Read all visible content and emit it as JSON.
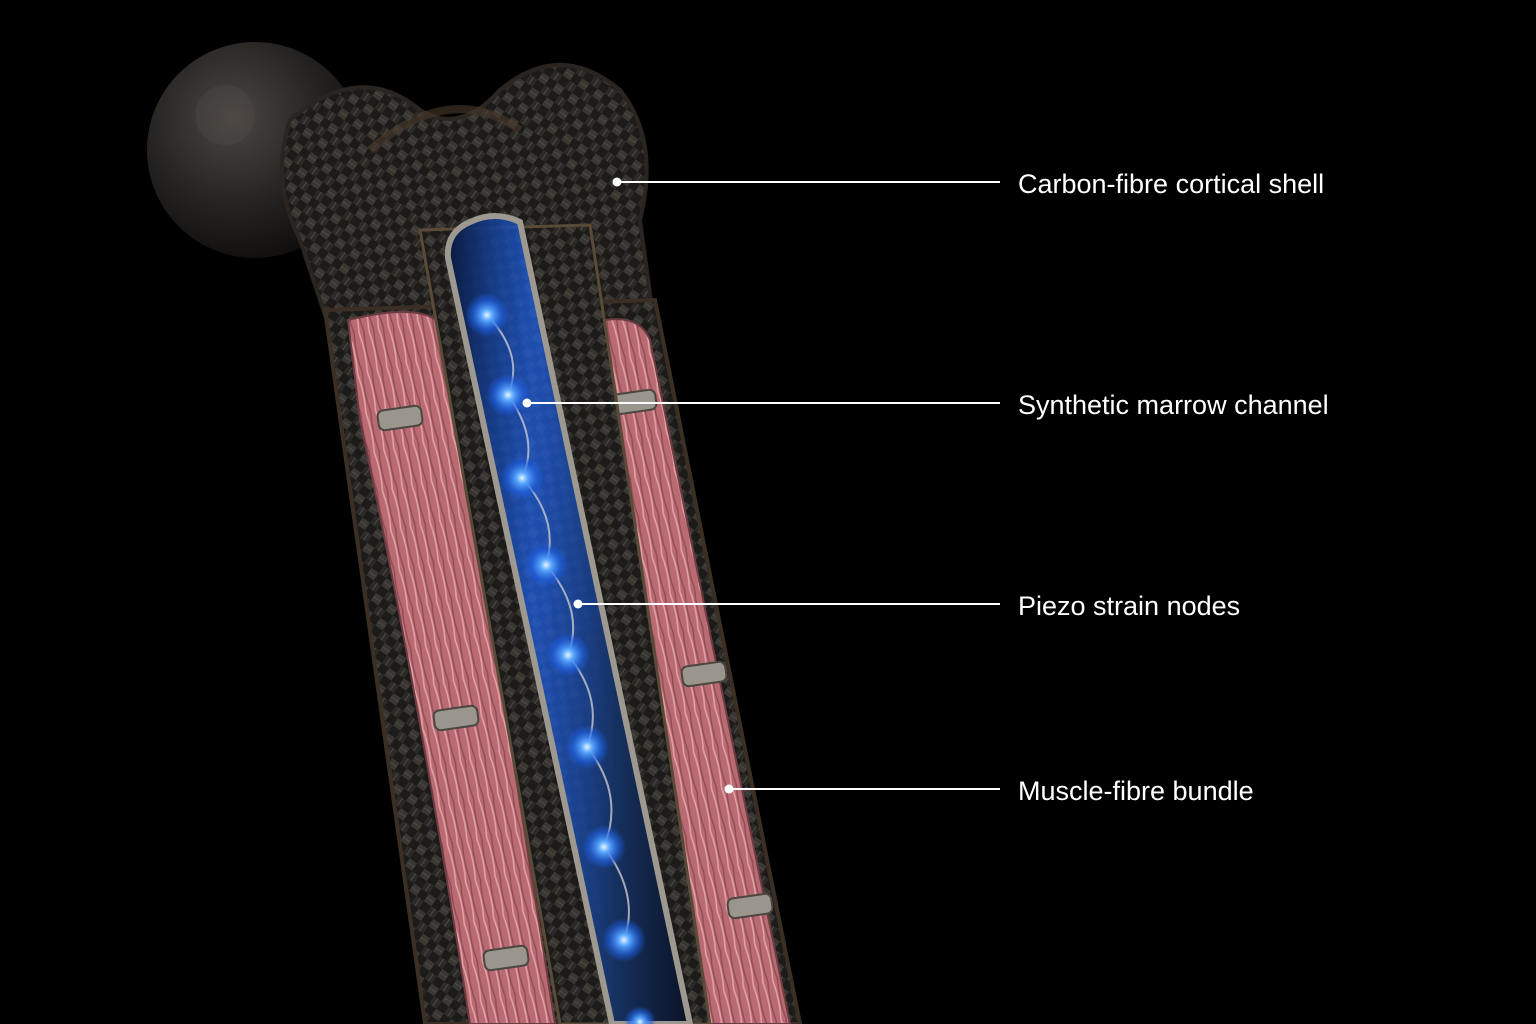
{
  "colors": {
    "background": "#000000",
    "shell_dark": "#1c1b19",
    "shell_weave_light": "#3a3733",
    "bone_bronze": "#4a3b2c",
    "muscle_pink": "#c0747a",
    "muscle_highlight": "#e3a1a5",
    "marrow_blue": "#1f5fe0",
    "node_glow": "#5aa8ff",
    "leader_line": "#ffffff",
    "label_text": "#ffffff"
  },
  "callouts": [
    {
      "id": "cortical-shell",
      "label": "Carbon-fibre cortical shell",
      "target_icon": "carbon-fibre-shell"
    },
    {
      "id": "marrow-channel",
      "label": "Synthetic marrow channel",
      "target_icon": "marrow-channel"
    },
    {
      "id": "strain-nodes",
      "label": "Piezo strain nodes",
      "target_icon": "glowing-node"
    },
    {
      "id": "muscle-bundle",
      "label": "Muscle-fibre bundle",
      "target_icon": "muscle-fibre"
    }
  ]
}
